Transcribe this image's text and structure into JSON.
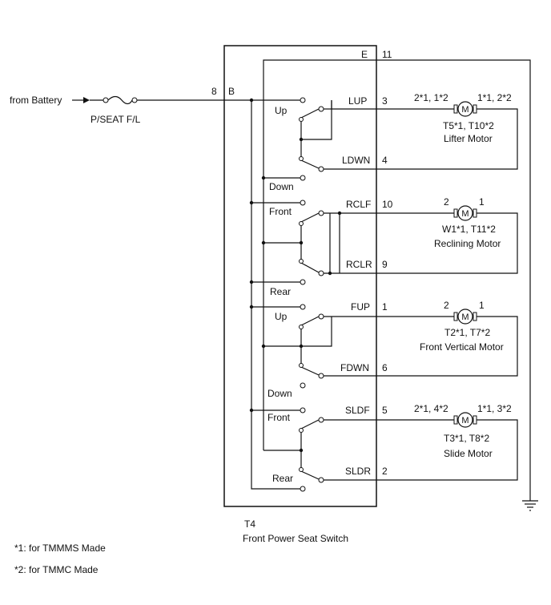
{
  "source_label": "from Battery",
  "fuse_label": "P/SEAT F/L",
  "switch": {
    "id": "T4",
    "name": "Front Power Seat Switch",
    "terminal_e": "E",
    "terminal_b": "B"
  },
  "pins": {
    "p11": "11",
    "p8": "8",
    "p3": "3",
    "p4": "4",
    "p10": "10",
    "p9": "9",
    "p1": "1",
    "p6": "6",
    "p5": "5",
    "p2": "2"
  },
  "signals": {
    "lup": "LUP",
    "ldwn": "LDWN",
    "rclf": "RCLF",
    "rclr": "RCLR",
    "fup": "FUP",
    "fdwn": "FDWN",
    "sldf": "SLDF",
    "sldr": "SLDR"
  },
  "positions": {
    "lifter_up": "Up",
    "lifter_down": "Down",
    "recline_front": "Front",
    "recline_rear": "Rear",
    "vertical_up": "Up",
    "vertical_down": "Down",
    "slide_front": "Front",
    "slide_rear": "Rear"
  },
  "motors": {
    "lifter": {
      "pin_left": "2*1, 1*2",
      "pin_right": "1*1, 2*2",
      "connector": "T5*1, T10*2",
      "name": "Lifter Motor"
    },
    "reclining": {
      "pin_left": "2",
      "pin_right": "1",
      "connector": "W1*1, T11*2",
      "name": "Reclining Motor"
    },
    "vertical": {
      "pin_left": "2",
      "pin_right": "1",
      "connector": "T2*1, T7*2",
      "name": "Front Vertical Motor"
    },
    "slide": {
      "pin_left": "2*1, 4*2",
      "pin_right": "1*1, 3*2",
      "connector": "T3*1, T8*2",
      "name": "Slide Motor"
    }
  },
  "motor_symbol": "M",
  "notes": [
    "*1: for TMMMS Made",
    "*2: for TMMC Made"
  ]
}
